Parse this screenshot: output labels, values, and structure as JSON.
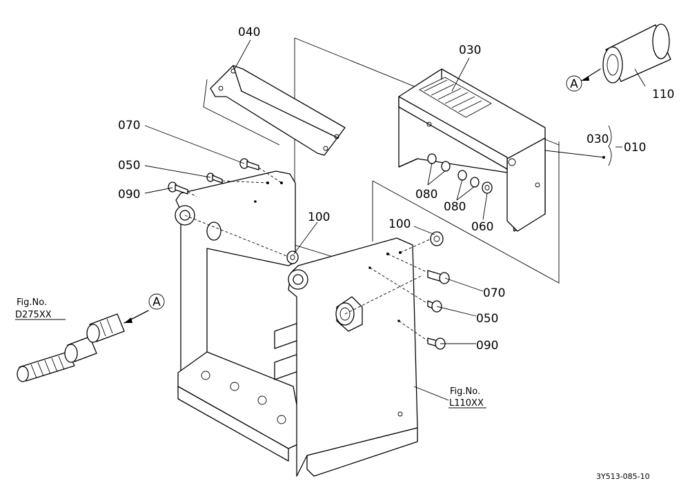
{
  "diagram": {
    "drawing_code": "3Y513-085-10",
    "view_marker": "A",
    "fig_refs": [
      {
        "title": "Fig.No.",
        "number": "D275XX"
      },
      {
        "title": "Fig.No.",
        "number": "L110XX"
      }
    ],
    "parts": {
      "p010": "010",
      "p030_bracket": "030",
      "p030_main": "030",
      "p040": "040",
      "p050_left": "050",
      "p050_right": "050",
      "p060": "060",
      "p070_left": "070",
      "p070_right": "070",
      "p080_a": "080",
      "p080_b": "080",
      "p090_left": "090",
      "p090_right": "090",
      "p100_left": "100",
      "p100_right": "100",
      "p110": "110"
    }
  }
}
